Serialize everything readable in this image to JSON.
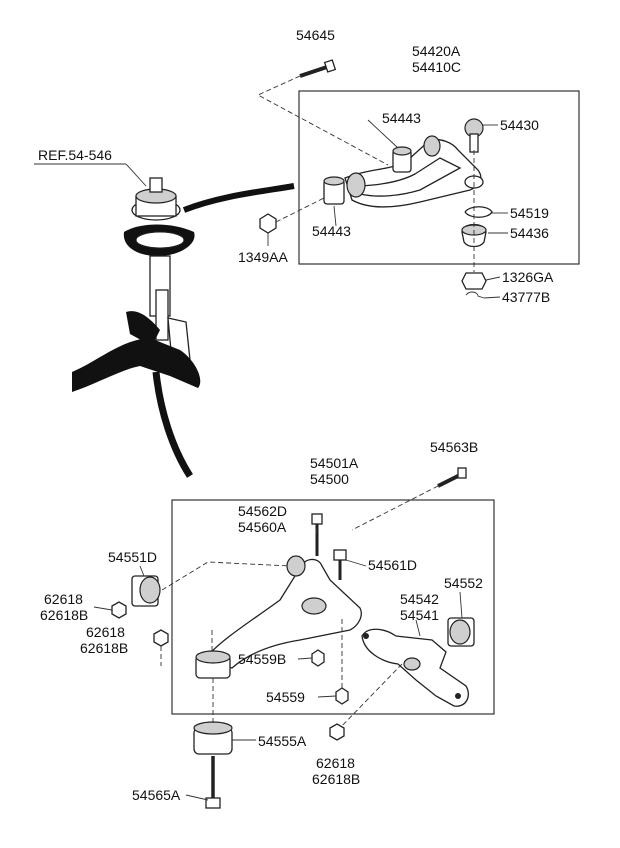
{
  "diagram": {
    "ref": "REF.54-546",
    "labels": {
      "p54645": "54645",
      "p54420A": "54420A",
      "p54410C": "54410C",
      "p54443a": "54443",
      "p54430": "54430",
      "p54443b": "54443",
      "p54519": "54519",
      "p54436": "54436",
      "p1349AA": "1349AA",
      "p1326GA": "1326GA",
      "p43777B": "43777B",
      "p54563B": "54563B",
      "p54501A": "54501A",
      "p54500": "54500",
      "p54562D": "54562D",
      "p54560A": "54560A",
      "p54551D": "54551D",
      "p54561D": "54561D",
      "p54552": "54552",
      "p54542": "54542",
      "p54541": "54541",
      "p62618a": "62618",
      "p62618Ba": "62618B",
      "p62618b": "62618",
      "p62618Bb": "62618B",
      "p54559B": "54559B",
      "p54559": "54559",
      "p54555A": "54555A",
      "p62618c": "62618",
      "p62618Bc": "62618B",
      "p54565A": "54565A"
    }
  }
}
